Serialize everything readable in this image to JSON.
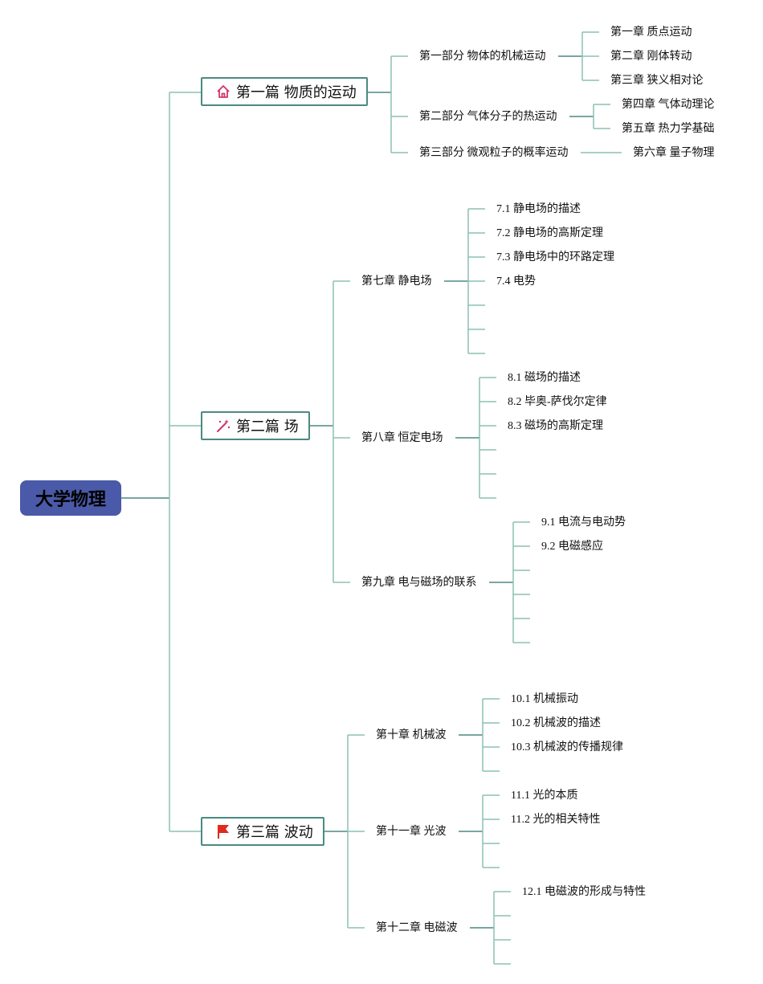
{
  "root": {
    "label": "大学物理"
  },
  "parts": [
    {
      "label": "第一篇 物质的运动",
      "icon": "home-icon",
      "sections": [
        {
          "label": "第一部分 物体的机械运动",
          "chapters": [
            "第一章 质点运动",
            "第二章 刚体转动",
            "第三章 狭义相对论"
          ]
        },
        {
          "label": "第二部分 气体分子的热运动",
          "chapters": [
            "第四章 气体动理论",
            "第五章 热力学基础"
          ]
        },
        {
          "label": "第三部分 微观粒子的概率运动",
          "chapters": [
            "第六章 量子物理"
          ]
        }
      ]
    },
    {
      "label": "第二篇 场",
      "icon": "magic-wand-icon",
      "chapters": [
        {
          "label": "第七章 静电场",
          "items": [
            "7.1 静电场的描述",
            "7.2 静电场的高斯定理",
            "7.3 静电场中的环路定理",
            "7.4 电势",
            "",
            "",
            ""
          ]
        },
        {
          "label": "第八章 恒定电场",
          "items": [
            "8.1 磁场的描述",
            "8.2 毕奥-萨伐尔定律",
            "8.3 磁场的高斯定理",
            "",
            "",
            ""
          ]
        },
        {
          "label": "第九章 电与磁场的联系",
          "items": [
            "9.1 电流与电动势",
            "9.2 电磁感应",
            "",
            "",
            "",
            ""
          ]
        }
      ]
    },
    {
      "label": "第三篇 波动",
      "icon": "flag-icon",
      "chapters": [
        {
          "label": "第十章 机械波",
          "items": [
            "10.1 机械振动",
            "10.2 机械波的描述",
            "10.3 机械波的传播规律",
            ""
          ]
        },
        {
          "label": "第十一章 光波",
          "items": [
            "11.1 光的本质",
            "11.2 光的相关特性",
            "",
            ""
          ]
        },
        {
          "label": "第十二章 电磁波",
          "items": [
            "12.1 电磁波的形成与特性",
            "",
            "",
            ""
          ]
        }
      ]
    }
  ],
  "colors": {
    "line": "#8cc0b4",
    "line_dark": "#4b8a82",
    "root_bg": "#4a5aa8",
    "icon_pink": "#d4336e",
    "icon_red": "#e02a1e"
  }
}
